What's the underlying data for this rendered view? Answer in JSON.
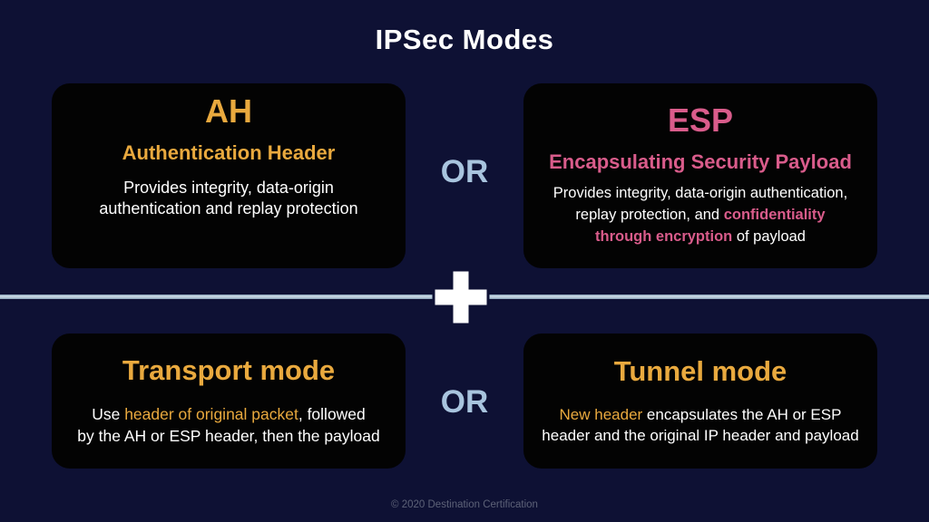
{
  "slide": {
    "title": "IPSec Modes",
    "footer": "© 2020 Destination Certification"
  },
  "colors": {
    "background": "#0e1134",
    "card_background": "#030303",
    "gold_accent": "#e9a93e",
    "pink_accent": "#d95c8b",
    "connector_blue": "#a8c4de",
    "divider_blue": "#cfdde8",
    "body_text": "#ffffff",
    "footer_text": "#5d6278"
  },
  "connectors": {
    "or_top": "OR",
    "or_bottom": "OR",
    "plus_icon": "plus"
  },
  "cards": {
    "ah": {
      "title": "AH",
      "subtitle": "Authentication Header",
      "body": [
        {
          "text": "Provides integrity, data-origin\nauthentication and replay protection",
          "highlight": false
        }
      ]
    },
    "esp": {
      "title": "ESP",
      "subtitle": "Encapsulating Security Payload",
      "body": [
        {
          "text": "Provides integrity, data-origin authentication,\nreplay protection, and ",
          "highlight": false
        },
        {
          "text": "confidentiality\nthrough encryption",
          "highlight": true
        },
        {
          "text": " of payload",
          "highlight": false
        }
      ]
    },
    "transport": {
      "title": "Transport mode",
      "body": [
        {
          "text": "Use ",
          "highlight": false
        },
        {
          "text": "header of original packet",
          "highlight": true
        },
        {
          "text": ", followed\nby the AH or ESP header, then the payload",
          "highlight": false
        }
      ]
    },
    "tunnel": {
      "title": "Tunnel mode",
      "body": [
        {
          "text": "New header",
          "highlight": true
        },
        {
          "text": " encapsulates the AH or ESP\nheader and the original IP header and payload",
          "highlight": false
        }
      ]
    }
  }
}
